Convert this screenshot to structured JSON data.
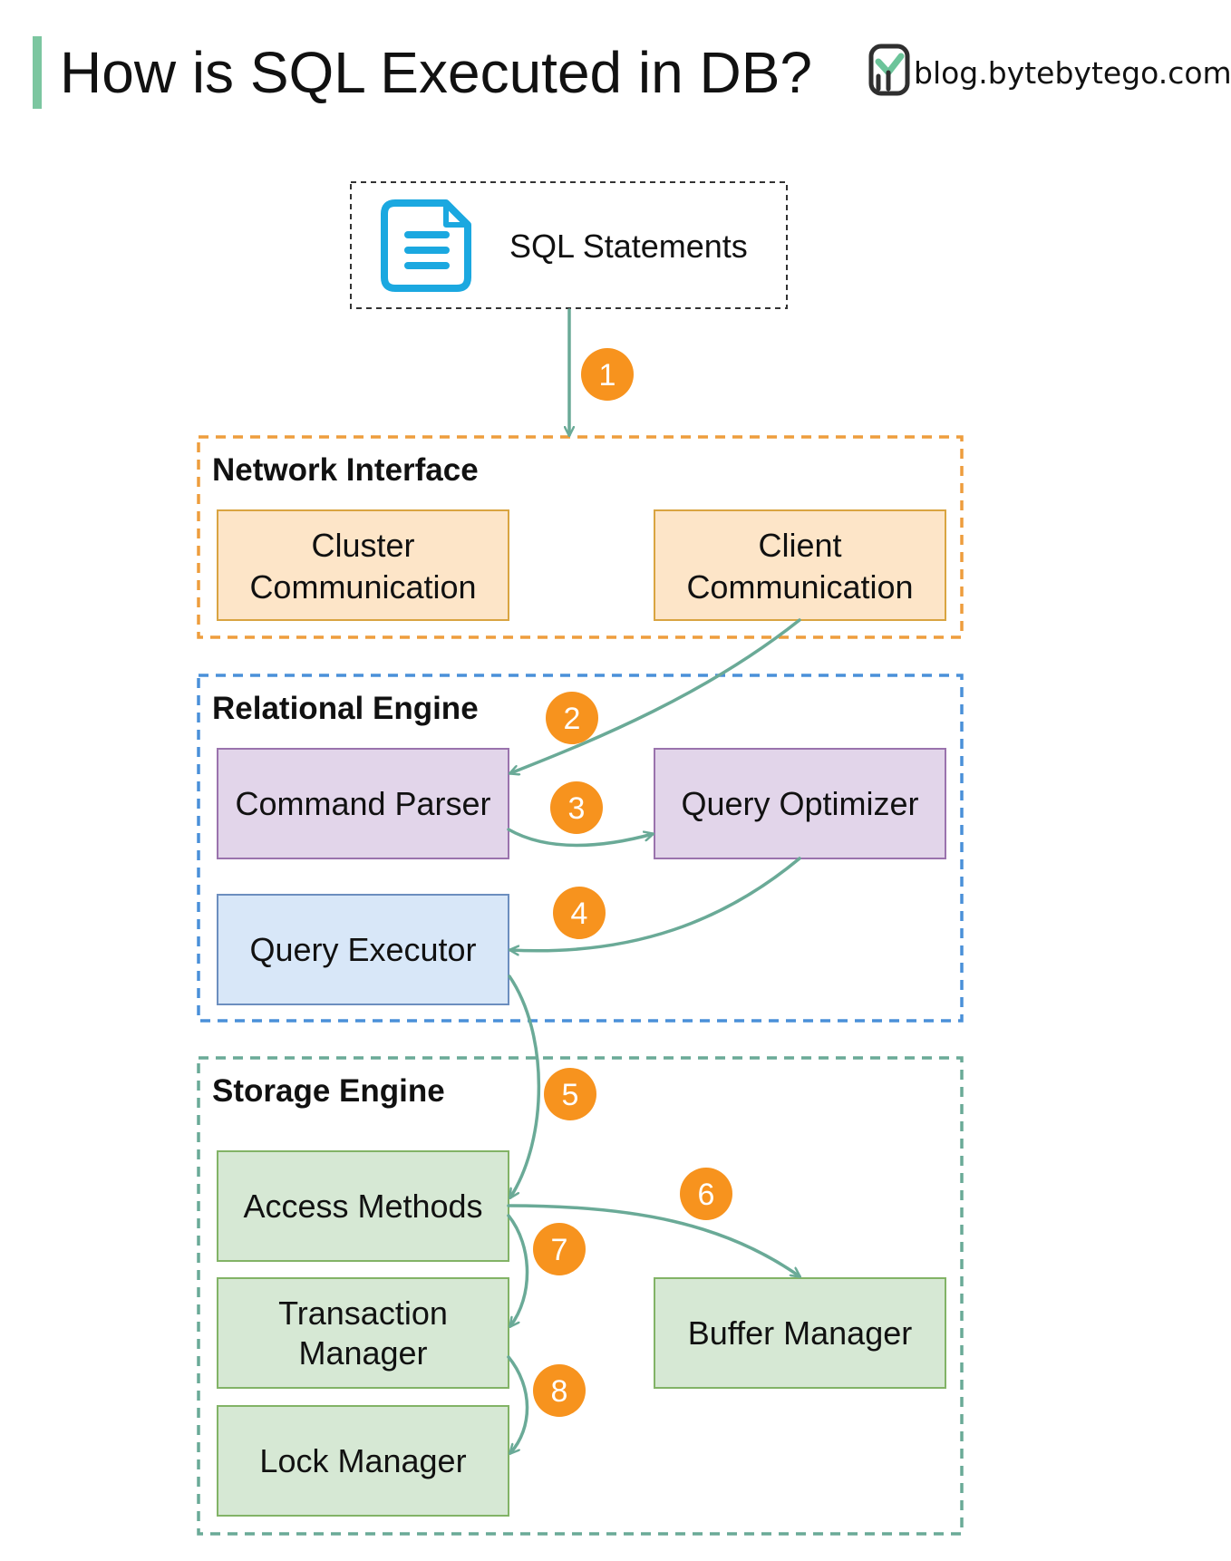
{
  "header": {
    "title": "How is SQL Executed in DB?",
    "brand_text": "blog.bytebytego.com",
    "brand_icon": "bytebytego-logo-icon"
  },
  "input": {
    "label": "SQL Statements",
    "icon": "document-icon"
  },
  "groups": {
    "network": {
      "title": "Network Interface",
      "border_color": "#ee9d3d",
      "nodes": {
        "cluster": [
          "Cluster",
          "Communication"
        ],
        "client": [
          "Client",
          "Communication"
        ]
      }
    },
    "relational": {
      "title": "Relational Engine",
      "border_color": "#4a90d9",
      "nodes": {
        "parser": [
          "Command Parser"
        ],
        "optimizer": [
          "Query Optimizer"
        ],
        "executor": [
          "Query Executor"
        ]
      }
    },
    "storage": {
      "title": "Storage Engine",
      "border_color": "#6aaa97",
      "nodes": {
        "access": [
          "Access Methods"
        ],
        "transaction": [
          "Transaction",
          "Manager"
        ],
        "lock": [
          "Lock Manager"
        ],
        "buffer": [
          "Buffer Manager"
        ]
      }
    }
  },
  "steps": [
    "1",
    "2",
    "3",
    "4",
    "5",
    "6",
    "7",
    "8"
  ],
  "colors": {
    "title_bar": "#7cc6a0",
    "step_badge": "#f7931e",
    "arrow": "#6aaa97",
    "network_fill": "#fde5c8",
    "network_stroke": "#d9a441",
    "relational_fill": "#e2d5ea",
    "relational_stroke": "#9a73ad",
    "executor_fill": "#d8e7f8",
    "executor_stroke": "#6c8ebf",
    "storage_fill": "#d6e8d4",
    "storage_stroke": "#82b366",
    "document_icon": "#1ba8e0"
  }
}
